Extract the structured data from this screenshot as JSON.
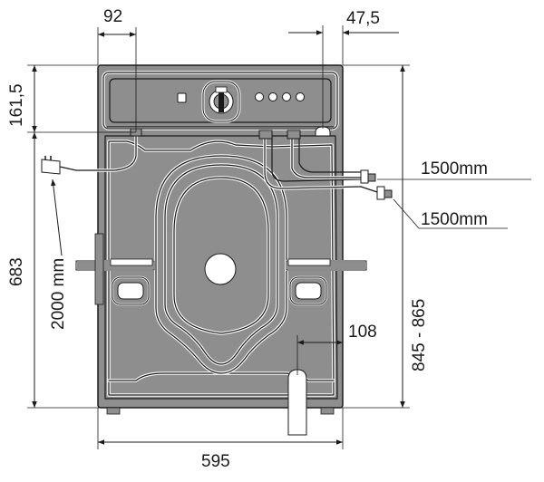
{
  "dimensions": {
    "top_left_width": "92",
    "top_right_width": "47,5",
    "top_panel_height": "161,5",
    "body_height": "683",
    "power_cord_length": "2000 mm",
    "inlet_hose_1": "1500mm",
    "inlet_hose_2": "1500mm",
    "drain_offset": "108",
    "total_height": "845 - 865",
    "total_width": "595"
  },
  "colors": {
    "body": "#8e8e8e",
    "line": "#1a1a1a",
    "highlight": "#ffffff"
  }
}
